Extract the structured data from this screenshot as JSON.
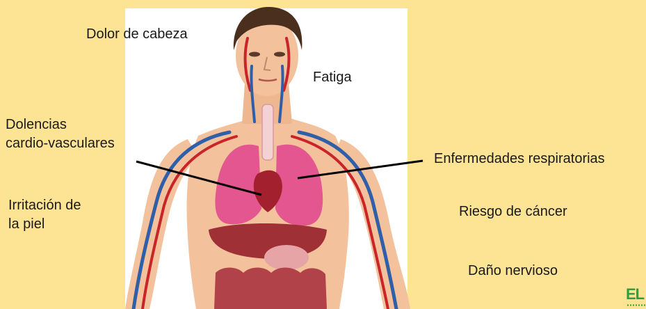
{
  "labels": {
    "headache": "Dolor de cabeza",
    "fatigue": "Fatiga",
    "cardio_line1": "Dolencias",
    "cardio_line2": "cardio-vasculares",
    "respiratory": "Enfermedades respiratorias",
    "skin_line1": "Irritación de",
    "skin_line2": "la piel",
    "cancer": "Riesgo de cáncer",
    "nerve": "Daño nervioso"
  },
  "logo": {
    "text": "EL"
  },
  "colors": {
    "background": "#fde394",
    "panel": "#ffffff",
    "skin": "#f3c29c",
    "hair": "#4a2f1e",
    "lung": "#e4568f",
    "artery": "#c8242a",
    "vein": "#2f5fa8",
    "logo": "#2e9e3e"
  }
}
